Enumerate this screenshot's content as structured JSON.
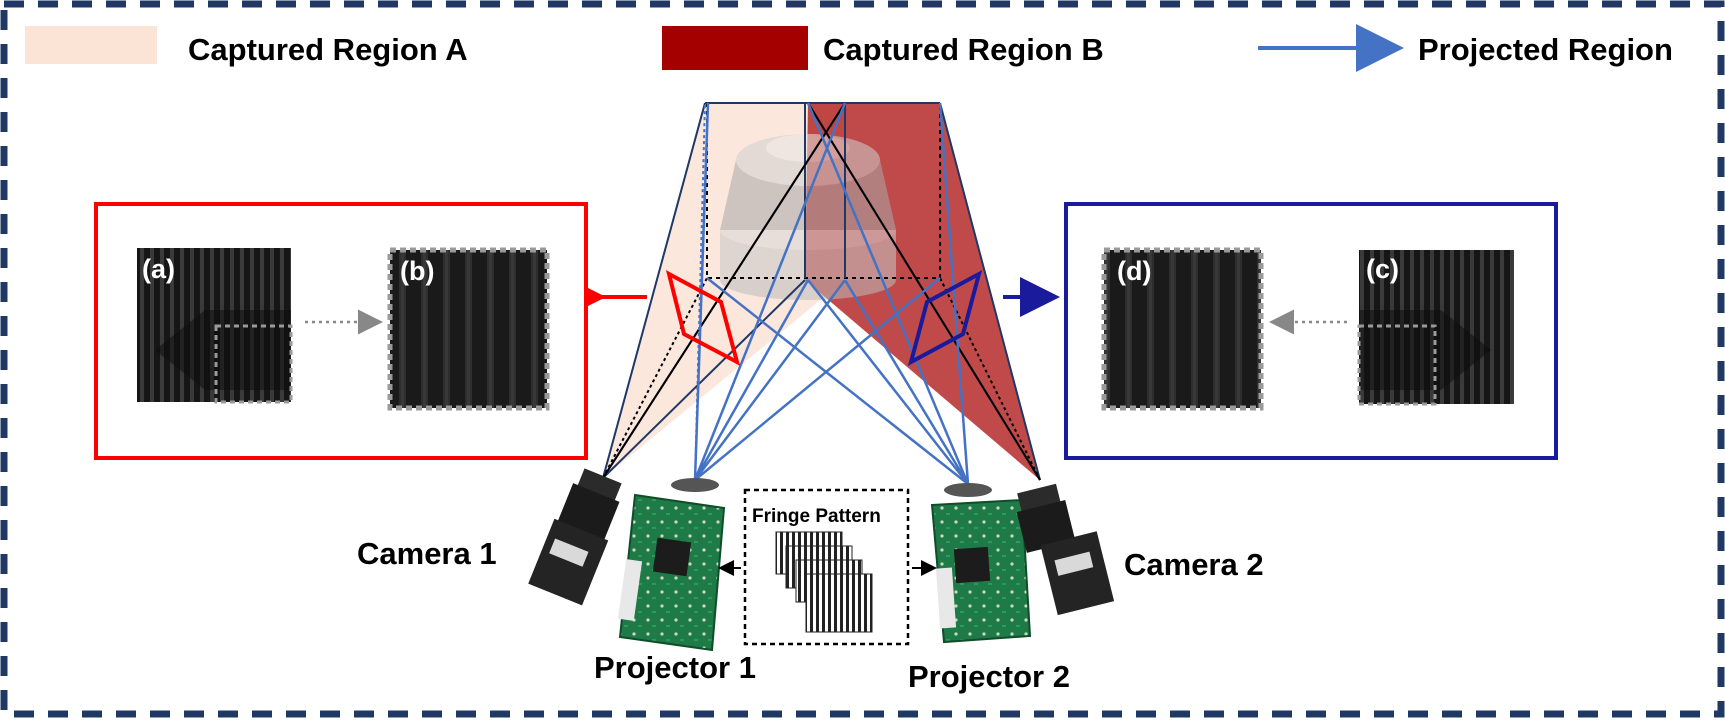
{
  "legend": {
    "region_a": {
      "label": "Captured Region A",
      "color": "#fbe3d6"
    },
    "region_b": {
      "label": "Captured Region B",
      "color": "#a40000"
    },
    "projected": {
      "label": "Projected Region",
      "color": "#4472c4"
    }
  },
  "labels": {
    "camera_1": "Camera 1",
    "camera_2": "Camera 2",
    "projector_1": "Projector 1",
    "projector_2": "Projector 2",
    "fringe_pattern": "Fringe Pattern"
  },
  "panels": {
    "a": "(a)",
    "b": "(b)",
    "c": "(c)",
    "d": "(d)"
  },
  "colors": {
    "frame_border": "#1f3864",
    "left_box": "#ff0000",
    "right_box": "#1a1a9c",
    "projection_lines": "#4472c4",
    "camera_lines": "#1f3864"
  }
}
